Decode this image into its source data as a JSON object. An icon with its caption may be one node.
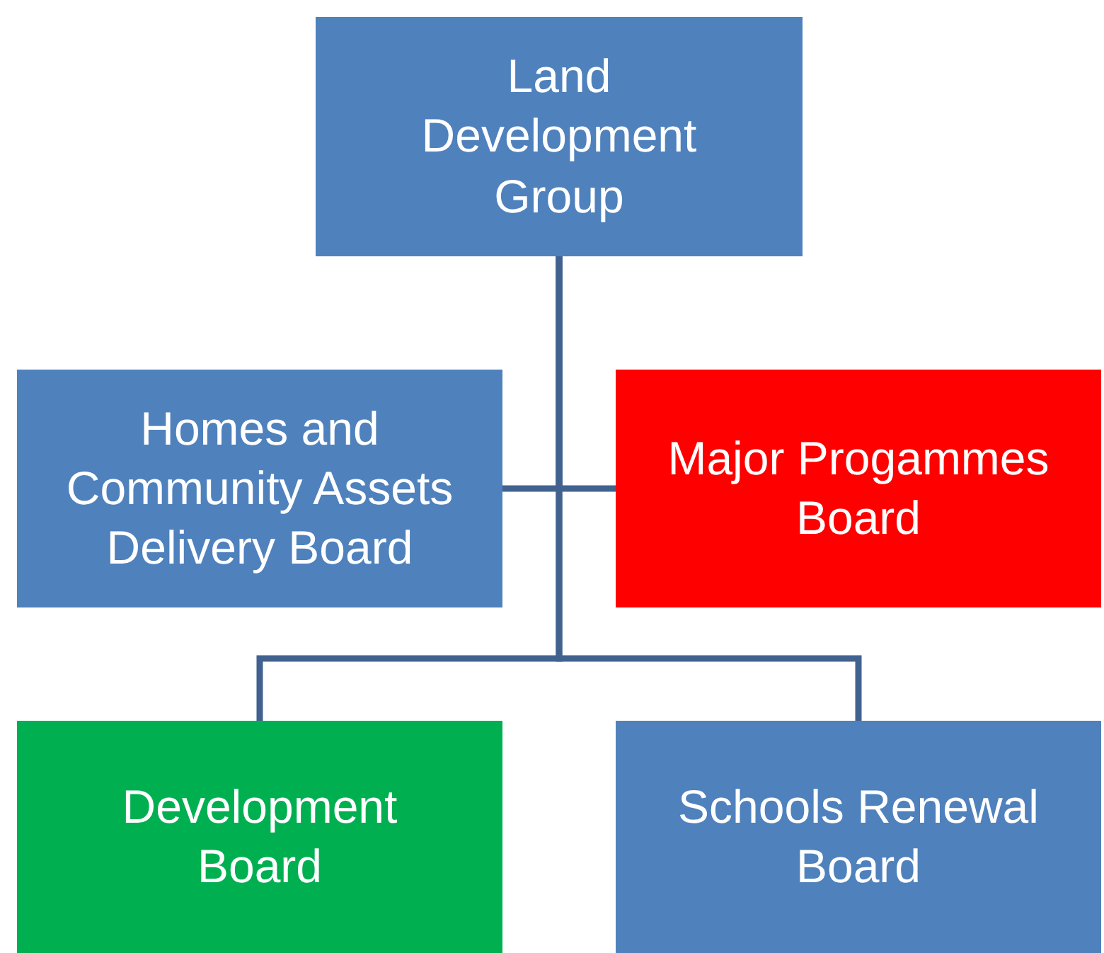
{
  "diagram": {
    "nodes": [
      {
        "text": [
          "Land Development Group"
        ]
      },
      {
        "text": [
          "Homes and Community Assets Delivery Board"
        ]
      },
      {
        "text": [
          "Major Progammes Board"
        ]
      },
      {
        "text": [
          "Development Board"
        ]
      },
      {
        "text": [
          "Schools Renewal Board"
        ]
      }
    ],
    "edges": [
      {
        "from": 0,
        "to": 1,
        "arrow": "none"
      },
      {
        "from": 0,
        "to": 2,
        "arrow": "none"
      },
      {
        "from": 0,
        "to": 3,
        "arrow": "none"
      },
      {
        "from": 0,
        "to": 4,
        "arrow": "none"
      }
    ]
  }
}
